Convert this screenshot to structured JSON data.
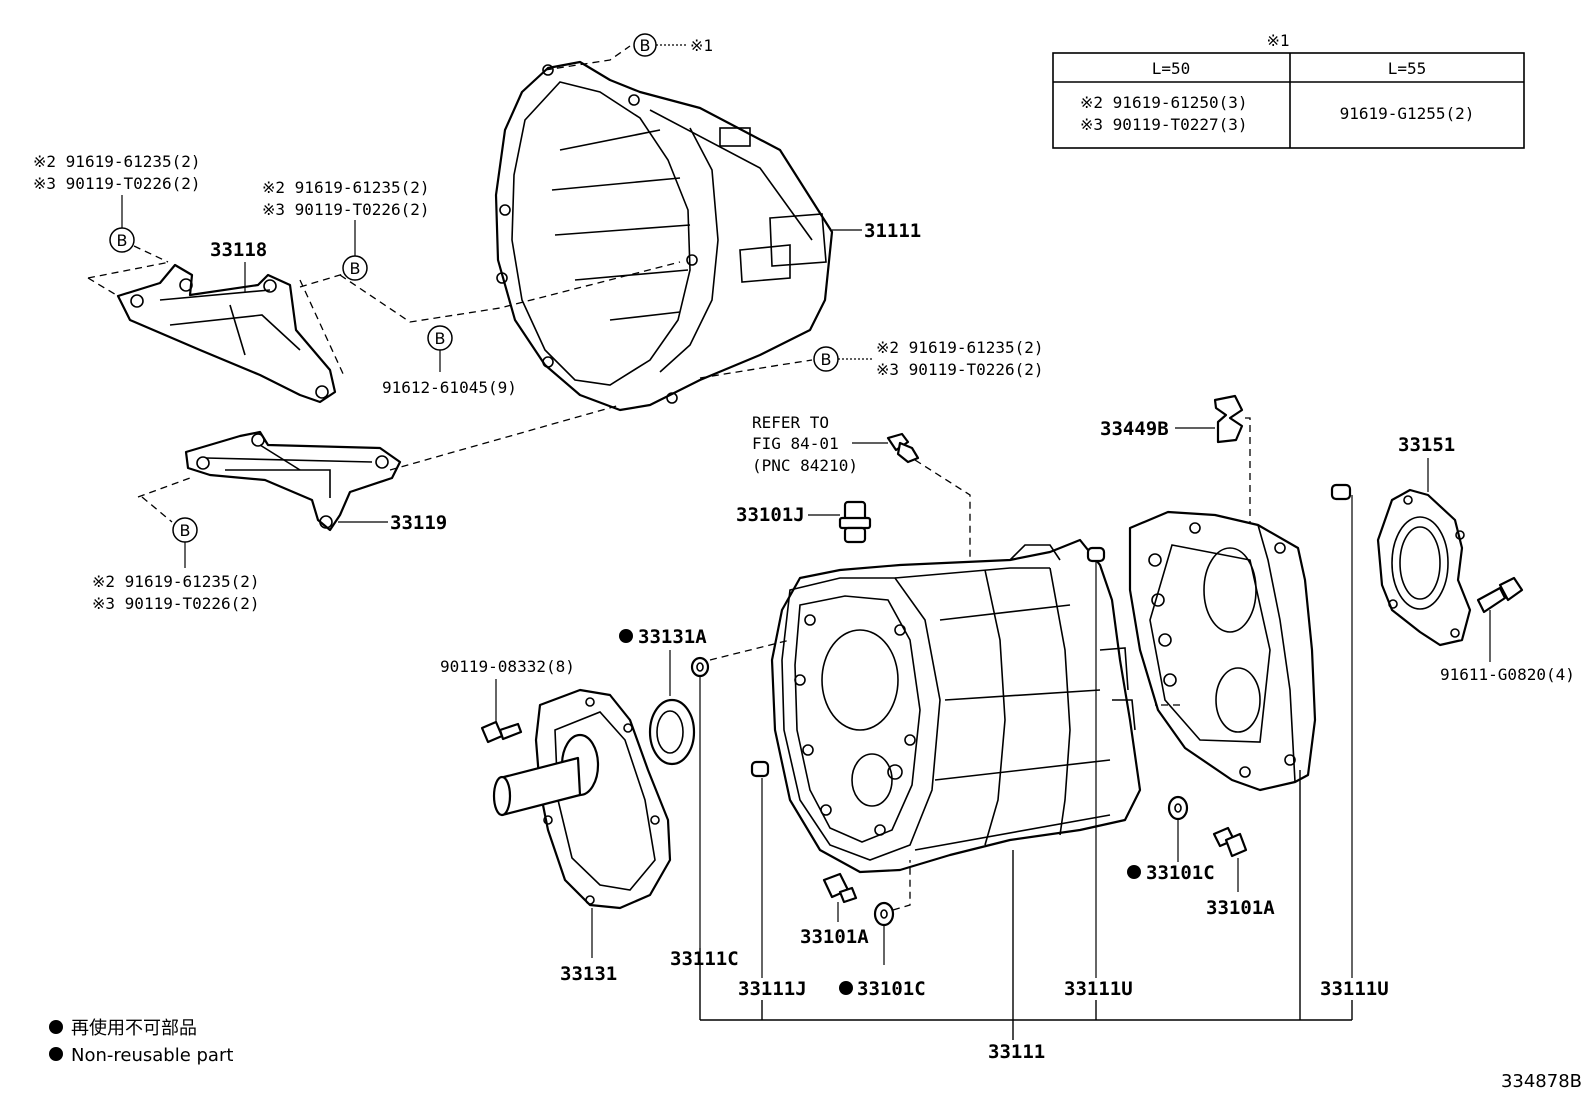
{
  "drawing_number": "334878B",
  "note_ref_mark": "※1",
  "bolt_group_letter": "B",
  "table": {
    "title": "※1",
    "col1_header": "L=50",
    "col2_header": "L=55",
    "col1_line1": "※2 91619-61250(3)",
    "col1_line2": "※3 90119-T0227(3)",
    "col2_value": "91619-G1255(2)"
  },
  "parts": {
    "p33111_housing": "31111",
    "p33118": "33118",
    "p33119": "33119",
    "p91612": "91612-61045(9)",
    "p33449b": "33449B",
    "p33151": "33151",
    "p33101j": "33101J",
    "p33131a": "33131A",
    "p90119_08332": "90119-08332(8)",
    "p91611": "91611-G0820(4)",
    "p33101c_right": "33101C",
    "p33101a_right": "33101A",
    "p33101a_bottom": "33101A",
    "p33101c_bottom": "33101C",
    "p33131": "33131",
    "p33111c": "33111C",
    "p33111j": "33111J",
    "p33111u_left": "33111U",
    "p33111u_right": "33111U",
    "p33111_bottom": "33111"
  },
  "bolt_notes": {
    "topleft_line1": "※2 91619-61235(2)",
    "topleft_line2": "※3 90119-T0226(2)",
    "mid_line1": "※2 91619-61235(2)",
    "mid_line2": "※3 90119-T0226(2)",
    "right_line1": "※2 91619-61235(2)",
    "right_line2": "※3 90119-T0226(2)",
    "lower_line1": "※2 91619-61235(2)",
    "lower_line2": "※3 90119-T0226(2)"
  },
  "refer": {
    "line1": "REFER TO",
    "line2": "FIG 84-01",
    "line3": "(PNC 84210)"
  },
  "legend": {
    "jp": "再使用不可部品",
    "en": "Non-reusable part"
  }
}
